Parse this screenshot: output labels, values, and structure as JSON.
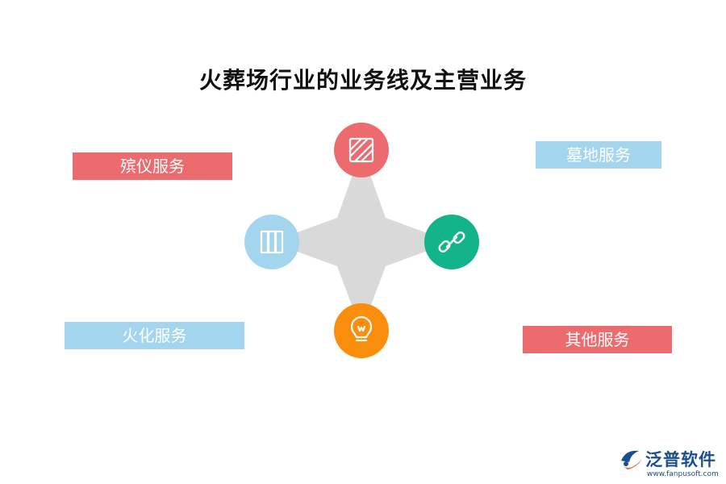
{
  "title": "火葬场行业的业务线及主营业务",
  "labels": {
    "top_left": "殡仪服务",
    "top_right": "墓地服务",
    "bottom_left": "火化服务",
    "bottom_right": "其他服务"
  },
  "nodes": [
    {
      "position": "top",
      "icon": "stripes-icon",
      "color": "#ec6b6f"
    },
    {
      "position": "left",
      "icon": "books-icon",
      "color": "#a3d6ee"
    },
    {
      "position": "right",
      "icon": "link-icon",
      "color": "#14b48a"
    },
    {
      "position": "bottom",
      "icon": "lightbulb-icon",
      "color": "#f98d0c"
    }
  ],
  "colors": {
    "red": "#ec6b6f",
    "blue": "#a3d6ee",
    "green": "#14b48a",
    "orange": "#f98d0c",
    "star": "#d9d9d9",
    "logo": "#1a4f8f"
  },
  "logo": {
    "name": "泛普软件",
    "url": "www.fanpusoft.com"
  }
}
